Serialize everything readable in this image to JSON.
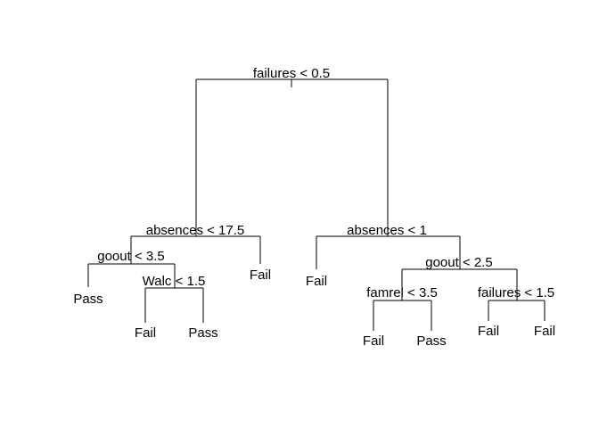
{
  "tree": {
    "split": "failures < 0.5",
    "left": {
      "split": "absences < 17.5",
      "left": {
        "split": "goout < 3.5",
        "left": {
          "leaf": "Pass"
        },
        "right": {
          "split": "Walc < 1.5",
          "left": {
            "leaf": "Fail"
          },
          "right": {
            "leaf": "Pass"
          }
        }
      },
      "right": {
        "leaf": "Fail"
      }
    },
    "right": {
      "split": "absences < 1",
      "left": {
        "leaf": "Fail"
      },
      "right": {
        "split": "goout < 2.5",
        "left": {
          "split": "famrel < 3.5",
          "left": {
            "leaf": "Fail"
          },
          "right": {
            "leaf": "Pass"
          }
        },
        "right": {
          "split": "failures < 1.5",
          "left": {
            "leaf": "Fail"
          },
          "right": {
            "leaf": "Fail"
          }
        }
      }
    }
  }
}
